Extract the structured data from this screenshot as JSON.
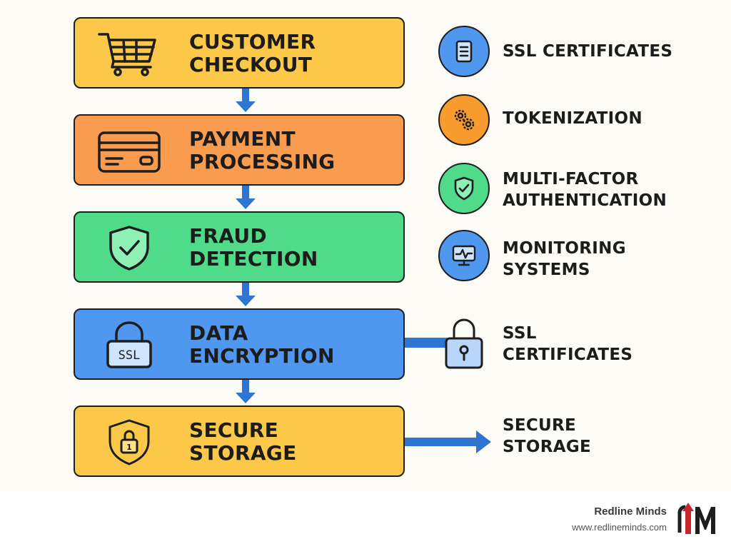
{
  "colors": {
    "checkout": "#fbc84a",
    "payment": "#f99c4f",
    "fraud": "#4fdb8a",
    "encryption": "#4f97ef",
    "storage": "#fbc84a",
    "arrow": "#2f74d0",
    "outline": "#1e1e1e",
    "brand_red": "#c8272d"
  },
  "flow": [
    {
      "id": "checkout",
      "icon": "shopping-cart-icon",
      "lines": [
        "CUSTOMER",
        "CHECKOUT"
      ]
    },
    {
      "id": "payment",
      "icon": "credit-card-icon",
      "lines": [
        "PAYMENT",
        "PROCESSING"
      ]
    },
    {
      "id": "fraud",
      "icon": "shield-check-icon",
      "lines": [
        "FRAUD",
        "DETECTION"
      ]
    },
    {
      "id": "encryption",
      "icon": "ssl-lock-icon",
      "icon_text": "SSL",
      "lines": [
        "DATA",
        "ENCRYPTION"
      ]
    },
    {
      "id": "storage",
      "icon": "shield-lock-icon",
      "icon_text": "1",
      "lines": [
        "SECURE",
        "STORAGE"
      ]
    }
  ],
  "features": [
    {
      "id": "ssl",
      "icon": "document-icon",
      "color": "#4f97ef",
      "lines": [
        "SSL CERTIFICATES"
      ]
    },
    {
      "id": "tokenization",
      "icon": "gears-icon",
      "color": "#f99c2f",
      "lines": [
        "TOKENIZATION"
      ]
    },
    {
      "id": "mfa",
      "icon": "shield-check-icon",
      "color": "#4fdb8a",
      "lines": [
        "MULTI-FACTOR",
        "AUTHENTICATION"
      ]
    },
    {
      "id": "monitoring",
      "icon": "monitor-pulse-icon",
      "color": "#4f97ef",
      "lines": [
        "MONITORING",
        "SYSTEMS"
      ]
    }
  ],
  "side_labels": {
    "encryption": {
      "icon": "padlock-icon",
      "lines": [
        "SSL",
        "CERTIFICATES"
      ]
    },
    "storage": {
      "icon": "arrow-right-icon",
      "lines": [
        "SECURE",
        "STORAGE"
      ]
    }
  },
  "brand": {
    "name": "Redline Minds",
    "url": "www.redlineminds.com",
    "logo_icon": "redline-minds-logo-icon"
  }
}
